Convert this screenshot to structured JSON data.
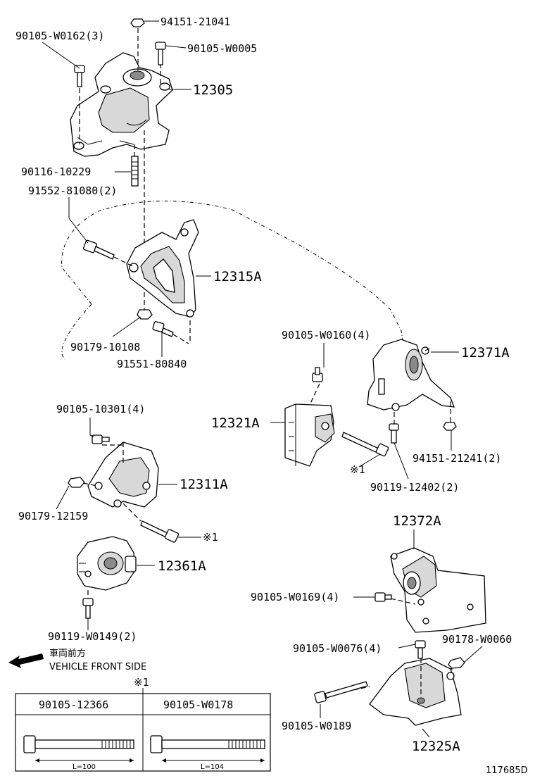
{
  "labels": {
    "p94151_21041": "94151-21041",
    "p90105_W0162": "90105-W0162(3)",
    "p90105_W0005": "90105-W0005",
    "p12305": "12305",
    "p90116_10229": "90116-10229",
    "p91552_81080": "91552-81080(2)",
    "p12315A": "12315A",
    "p90179_10108": "90179-10108",
    "p91551_80840": "91551-80840",
    "p90105_W0160": "90105-W0160(4)",
    "p12371A": "12371A",
    "p12321A": "12321A",
    "p94151_21241": "94151-21241(2)",
    "p90119_12402": "90119-12402(2)",
    "mark1_a": "※1",
    "p90105_10301": "90105-10301(4)",
    "p12311A": "12311A",
    "p90179_12159": "90179-12159",
    "mark1_b": "※1",
    "p12361A": "12361A",
    "p90119_W0149": "90119-W0149(2)",
    "p12372A": "12372A",
    "p90105_W0169": "90105-W0169(4)",
    "p90105_W0076": "90105-W0076(4)",
    "p90178_W0060": "90178-W0060",
    "p90105_W0189": "90105-W0189",
    "p12325A": "12325A"
  },
  "front": {
    "jp": "車両前方",
    "en": "VEHICLE FRONT SIDE"
  },
  "table": {
    "mark": "※1",
    "col1": "90105-12366",
    "col2": "90105-W0178",
    "len1": "L=100",
    "len2": "L=104"
  },
  "diagram_id": "117685D"
}
